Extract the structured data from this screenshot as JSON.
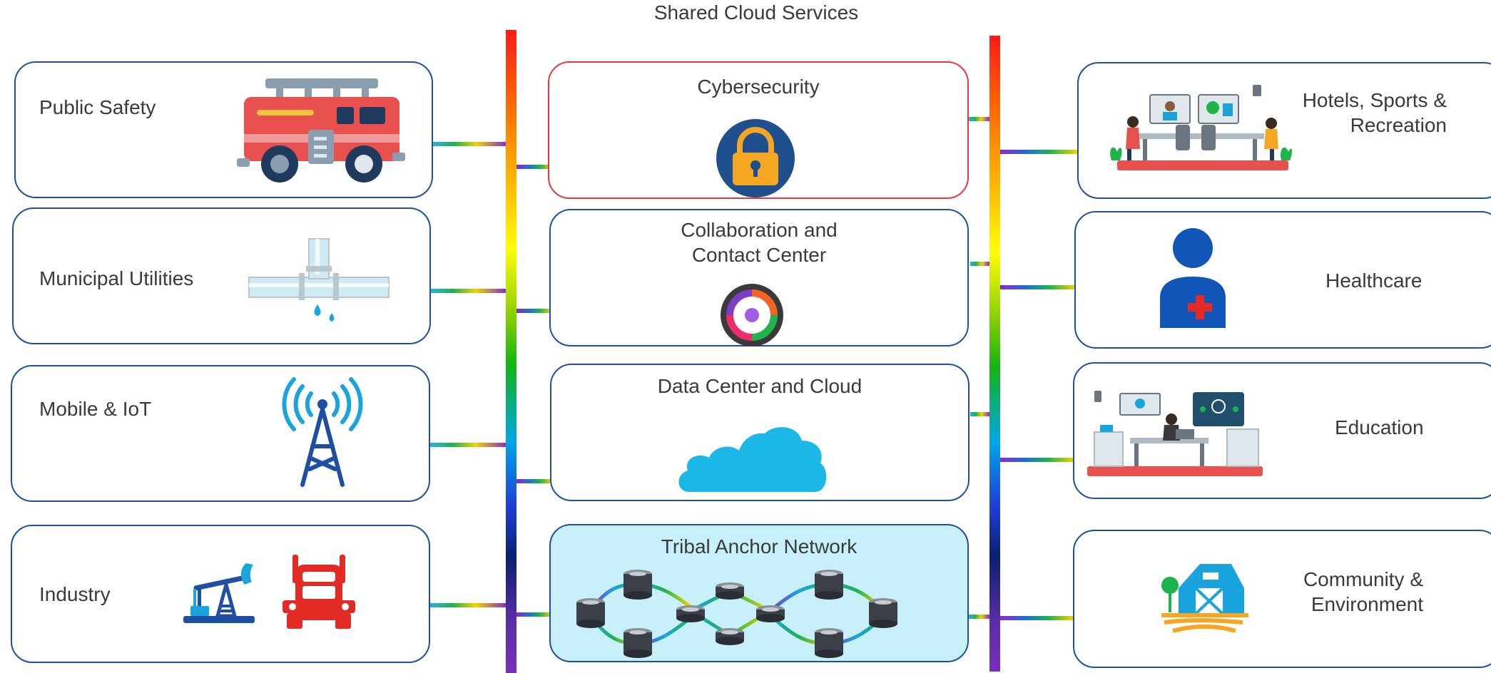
{
  "header": {
    "title": "Shared Cloud Services"
  },
  "left_cards": [
    {
      "label": "Public Safety",
      "icon": "fire-truck-icon"
    },
    {
      "label": "Municipal Utilities",
      "icon": "water-pipe-leak-icon"
    },
    {
      "label": "Mobile & IoT",
      "icon": "cell-tower-icon"
    },
    {
      "label": "Industry",
      "icon": "oil-pump-and-truck-icon"
    }
  ],
  "center_cards": [
    {
      "label": "Cybersecurity",
      "icon": "padlock-icon"
    },
    {
      "label": "Collaboration and Contact Center",
      "icon": "webex-logo-icon"
    },
    {
      "label": "Data Center and Cloud",
      "icon": "cloud-icon"
    },
    {
      "label": "Tribal Anchor Network",
      "icon": "router-network-icon"
    }
  ],
  "right_cards": [
    {
      "label": "Hotels, Sports & Recreation",
      "icon": "video-meeting-scene-icon"
    },
    {
      "label": "Healthcare",
      "icon": "medical-person-icon"
    },
    {
      "label": "Education",
      "icon": "remote-classroom-icon"
    },
    {
      "label": "Community & Environment",
      "icon": "barn-farm-icon"
    }
  ],
  "colors": {
    "card_border": "#1f4fa3",
    "cyber_border": "#e23b3b",
    "tribal_fill": "#c8f0fb",
    "cloud_blue": "#1bb8e8"
  }
}
